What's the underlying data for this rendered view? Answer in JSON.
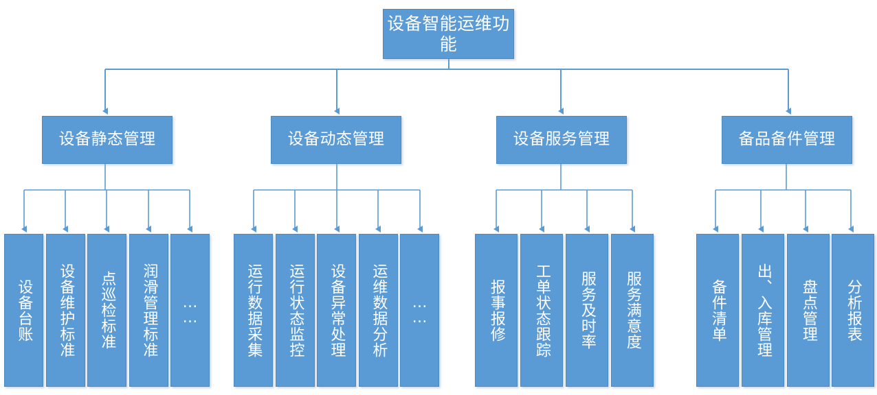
{
  "diagram": {
    "title": "设备智能运维功能",
    "type": "organizational-tree",
    "colors": {
      "box_fill": "#5B9BD5",
      "box_border": "#4a8ac4",
      "connector": "#5B9BD5",
      "text": "#ffffff",
      "background": "#ffffff"
    },
    "root": {
      "label": "设备智能运维功能"
    },
    "branches": [
      {
        "label": "设备静态管理",
        "leaves": [
          {
            "label": "设备台账"
          },
          {
            "label": "设备维护标准"
          },
          {
            "label": "点巡检标准"
          },
          {
            "label": "润滑管理标准"
          },
          {
            "label": "…\n…"
          }
        ]
      },
      {
        "label": "设备动态管理",
        "leaves": [
          {
            "label": "运行数据采集"
          },
          {
            "label": "运行状态监控"
          },
          {
            "label": "设备异常处理"
          },
          {
            "label": "运维数据分析"
          },
          {
            "label": "…\n…"
          }
        ]
      },
      {
        "label": "设备服务管理",
        "leaves": [
          {
            "label": "报事报修"
          },
          {
            "label": "工单状态跟踪"
          },
          {
            "label": "服务及时率"
          },
          {
            "label": "服务满意度"
          }
        ]
      },
      {
        "label": "备品备件管理",
        "leaves": [
          {
            "label": "备件清单"
          },
          {
            "label": "出、入库管理"
          },
          {
            "label": "盘点管理"
          },
          {
            "label": "分析报表"
          }
        ]
      }
    ]
  }
}
